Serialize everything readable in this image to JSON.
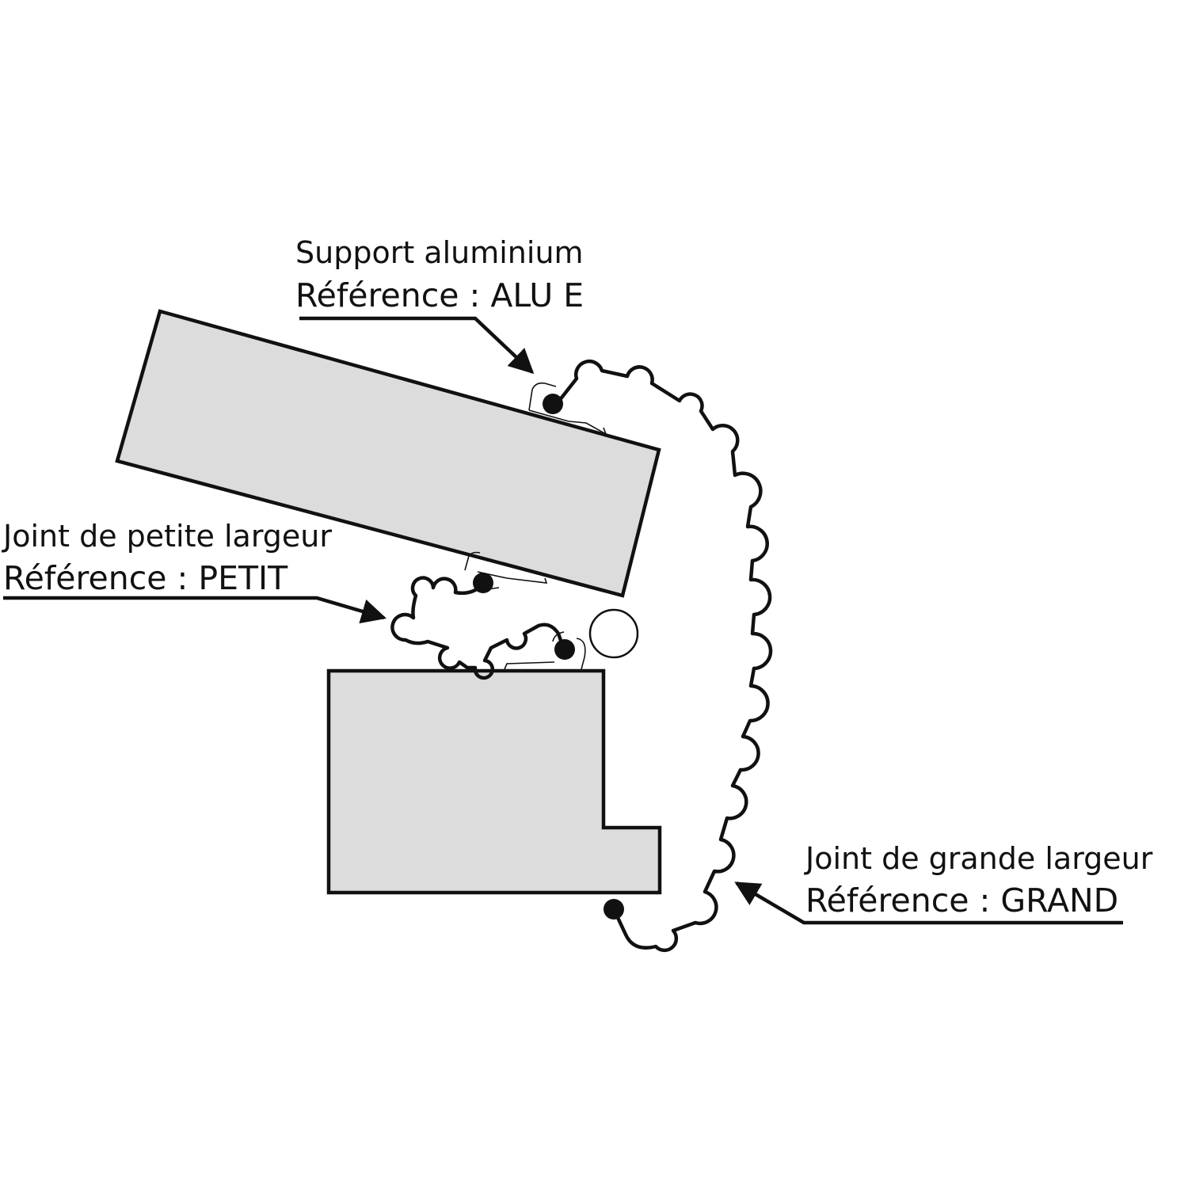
{
  "colors": {
    "panel_fill": "#dcdcdc",
    "stroke": "#111111",
    "background": "#ffffff"
  },
  "labels": {
    "alu": {
      "title": "Support aluminium",
      "reference": "Référence : ALU E"
    },
    "petit": {
      "title": "Joint de petite largeur",
      "reference": "Référence : PETIT"
    },
    "grand": {
      "title": "Joint de grande largeur",
      "reference": "Référence : GRAND"
    }
  }
}
